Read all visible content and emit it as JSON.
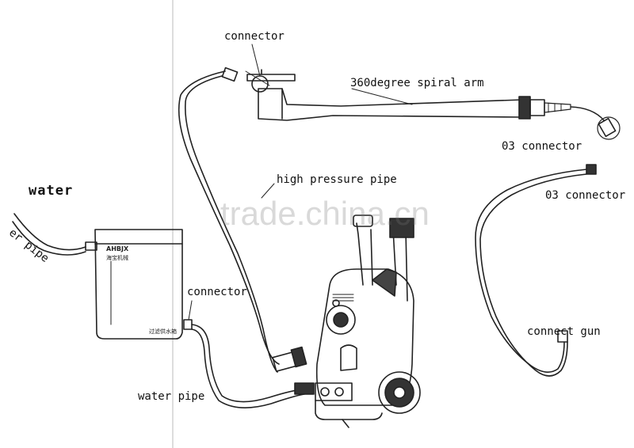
{
  "labels": {
    "connector_top": "connector",
    "spiral_arm": "360degree spiral arm",
    "connector_03_a": "03 connector",
    "connector_03_b": "03 connector",
    "high_pressure_pipe": "high pressure pipe",
    "water": "water",
    "water_pipe_left": "er pipe",
    "connector_tank": "connector",
    "water_pipe_bottom": "water pipe",
    "connect_gun": "connect gun"
  },
  "tank": {
    "brand": "AHBJX",
    "brand_cn": "海宝机械",
    "caption_cn": "过滤供水箱"
  },
  "watermark": "trade.china.cn"
}
